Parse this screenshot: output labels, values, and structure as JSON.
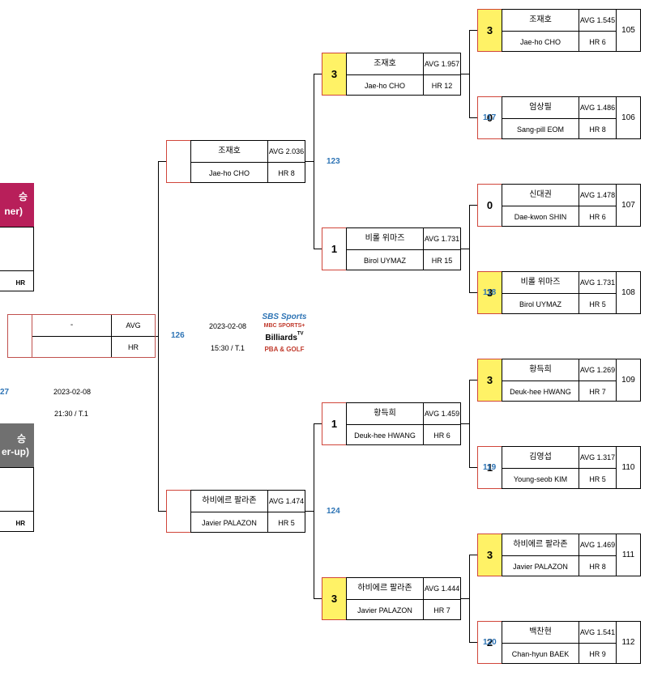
{
  "bracket": {
    "matches": [
      {
        "id": "105",
        "players": [
          {
            "score": "3",
            "win": true,
            "kname": "조재호",
            "ename": "Jae-ho CHO",
            "avg": "AVG 1.545",
            "hr": "HR 6"
          }
        ]
      },
      {
        "id": "106",
        "players": [
          {
            "score": "0",
            "win": false,
            "kname": "엄상필",
            "ename": "Sang-pill EOM",
            "avg": "AVG 1.486",
            "hr": "HR 8"
          }
        ]
      },
      {
        "id": "107",
        "players": [
          {
            "score": "0",
            "win": false,
            "kname": "신대권",
            "ename": "Dae-kwon SHIN",
            "avg": "AVG 1.478",
            "hr": "HR 6"
          }
        ]
      },
      {
        "id": "108",
        "players": [
          {
            "score": "3",
            "win": true,
            "kname": "비롤 위마즈",
            "ename": "Birol UYMAZ",
            "avg": "AVG 1.731",
            "hr": "HR 5"
          }
        ]
      },
      {
        "id": "109",
        "players": [
          {
            "score": "3",
            "win": true,
            "kname": "황득희",
            "ename": "Deuk-hee HWANG",
            "avg": "AVG 1.269",
            "hr": "HR 7"
          }
        ]
      },
      {
        "id": "110",
        "players": [
          {
            "score": "1",
            "win": false,
            "kname": "김영섭",
            "ename": "Young-seob KIM",
            "avg": "AVG 1.317",
            "hr": "HR 5"
          }
        ]
      },
      {
        "id": "111",
        "players": [
          {
            "score": "3",
            "win": true,
            "kname": "하비에르 팔라존",
            "ename": "Javier PALAZON",
            "avg": "AVG 1.469",
            "hr": "HR 8"
          }
        ]
      },
      {
        "id": "112",
        "players": [
          {
            "score": "2",
            "win": false,
            "kname": "백찬현",
            "ename": "Chan-hyun BAEK",
            "avg": "AVG 1.541",
            "hr": "HR 9"
          }
        ]
      }
    ],
    "round2": [
      {
        "score": "3",
        "win": true,
        "kname": "조재호",
        "ename": "Jae-ho CHO",
        "avg": "AVG 1.957",
        "hr": "HR 12"
      },
      {
        "score": "1",
        "win": false,
        "kname": "비롤 위마즈",
        "ename": "Birol UYMAZ",
        "avg": "AVG 1.731",
        "hr": "HR 15"
      },
      {
        "score": "1",
        "win": false,
        "kname": "황득희",
        "ename": "Deuk-hee HWANG",
        "avg": "AVG 1.459",
        "hr": "HR 6"
      },
      {
        "score": "3",
        "win": true,
        "kname": "하비에르 팔라존",
        "ename": "Javier PALAZON",
        "avg": "AVG 1.444",
        "hr": "HR 7"
      }
    ],
    "round2_nums": [
      "117",
      "118",
      "119",
      "120"
    ],
    "semis": [
      {
        "score": "",
        "kname": "조재호",
        "ename": "Jae-ho CHO",
        "avg": "AVG 2.036",
        "hr": "HR 8"
      },
      {
        "score": "",
        "kname": "하비에르 팔라존",
        "ename": "Javier PALAZON",
        "avg": "AVG 1.474",
        "hr": "HR 5"
      }
    ],
    "semi_nums": [
      "123",
      "124"
    ],
    "final": {
      "kname": "-",
      "ename": "",
      "avg": "AVG",
      "hr": "HR",
      "num": "126",
      "date": "2023-02-08",
      "time": "15:30 / T.1"
    },
    "left_num": "27",
    "left_date": "2023-02-08",
    "left_time": "21:30 / T.1",
    "winner": {
      "line1": "승",
      "line2": "ner)",
      "hr": "HR"
    },
    "runner": {
      "line1": "승",
      "line2": "er-up)",
      "hr": "HR"
    },
    "logos": {
      "sbs": "SBS Sports",
      "mbc": "MBC SPORTS+",
      "billiards": "Billiards",
      "tv": "TV",
      "pba": "PBA & GOLF"
    }
  }
}
